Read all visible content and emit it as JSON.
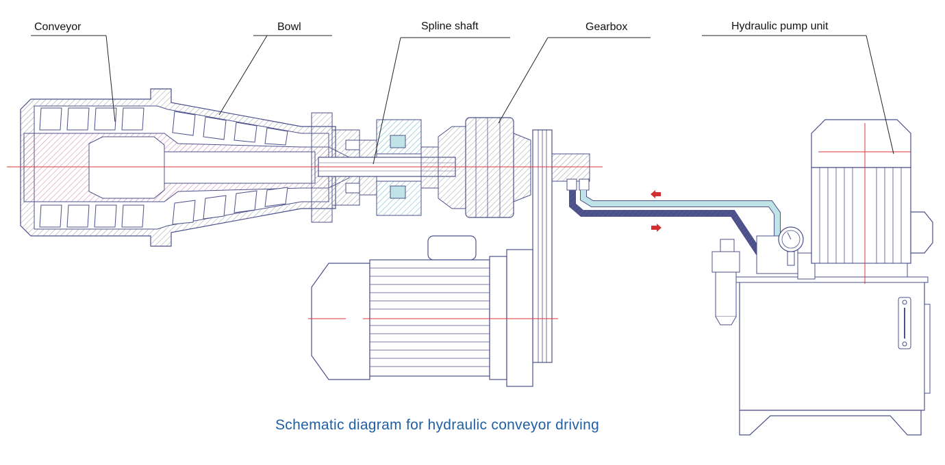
{
  "labels": {
    "conveyor": "Conveyor",
    "bowl": "Bowl",
    "spline_shaft": "Spline shaft",
    "gearbox": "Gearbox",
    "hydraulic_pump_unit": "Hydraulic pump unit"
  },
  "caption": "Schematic diagram for hydraulic conveyor driving",
  "colors": {
    "line": "#4b4f8a",
    "conveyor_hatch": "#d07aa6",
    "bowl_hatch": "#9a9a9a",
    "bearing_fill": "#bfe3e6",
    "pipe": "#8fc0c8",
    "centerline": "#d8343b",
    "flow_arrow": "#d32f2f",
    "caption": "#1f5fa6"
  }
}
